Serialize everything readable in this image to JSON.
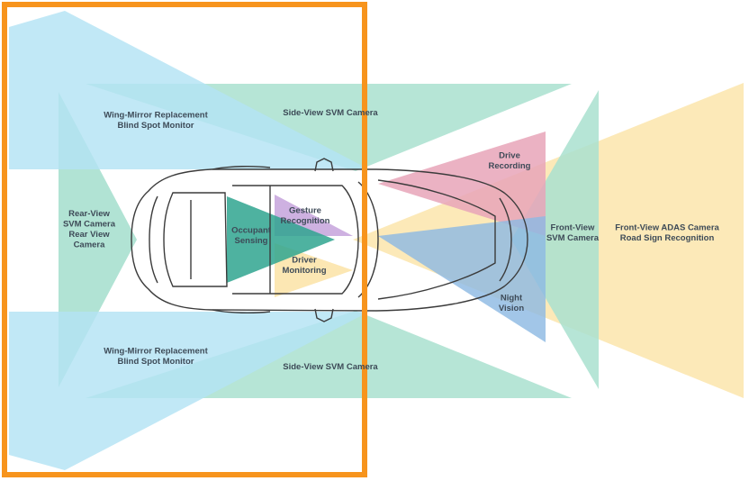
{
  "colors": {
    "background": "#ffffff",
    "sky_blue": "#b3e3f4",
    "mint": "#a9e0cf",
    "yellow": "#fbe3a6",
    "pink": "#e7a5b9",
    "purple": "#c6a3dc",
    "steel_blue": "#8db9e3",
    "teal": "#2fa48f",
    "highlight_orange": "#f7941d",
    "car_outline": "#3b3b3b",
    "label_text": "#3d4a57"
  },
  "zones": {
    "wing_top": {
      "lines": [
        "Wing-Mirror Replacement",
        "Blind Spot Monitor"
      ]
    },
    "wing_bottom": {
      "lines": [
        "Wing-Mirror Replacement",
        "Blind Spot Monitor"
      ]
    },
    "side_top": {
      "lines": [
        "Side-View SVM Camera"
      ]
    },
    "side_bottom": {
      "lines": [
        "Side-View SVM Camera"
      ]
    },
    "rear_view": {
      "lines": [
        "Rear-View",
        "SVM Camera",
        "Rear View",
        "Camera"
      ]
    },
    "occupant": {
      "lines": [
        "Occupant",
        "Sensing"
      ]
    },
    "gesture": {
      "lines": [
        "Gesture",
        "Recognition"
      ]
    },
    "driver": {
      "lines": [
        "Driver",
        "Monitoring"
      ]
    },
    "drive_recording": {
      "lines": [
        "Drive",
        "Recording"
      ]
    },
    "night_vision": {
      "lines": [
        "Night",
        "Vision"
      ]
    },
    "front_svm": {
      "lines": [
        "Front-View",
        "SVM Camera"
      ]
    },
    "front_adas": {
      "lines": [
        "Front-View ADAS Camera",
        "Road Sign Recognition"
      ]
    }
  }
}
